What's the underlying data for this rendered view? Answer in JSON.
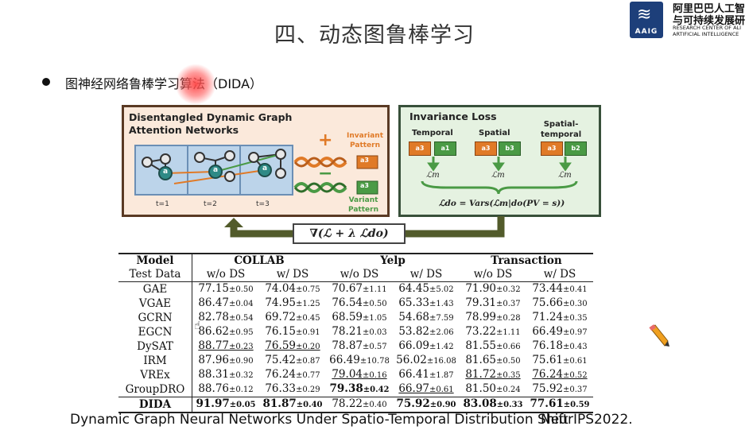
{
  "slide": {
    "title": "四、动态图鲁棒学习",
    "bullet": "图神经网络鲁棒学习算法（DIDA）",
    "caption": "Dynamic Graph Neural Networks Under Spatio-Temporal Distribution Shift",
    "caption_overlay": "NeurIPS2022."
  },
  "logo": {
    "line1": "阿里巴巴人工智",
    "line2": "与可持续发展研",
    "line3": "RESEARCH CENTER OF ALI",
    "line4": "ARTIFICIAL INTELLIGENCE",
    "badge": "AAIG",
    "brand_color": "#1d3f7a"
  },
  "figure": {
    "left_title_1": "Disentangled Dynamic Graph",
    "left_title_2": "Attention Networks",
    "timesteps": [
      "t=1",
      "t=2",
      "t=3"
    ],
    "node_label": "a",
    "invariant_label_1": "Invariant",
    "invariant_label_2": "Pattern",
    "variant_label_1": "Variant",
    "variant_label_2": "Pattern",
    "right_title": "Invariance Loss",
    "col_temporal": "Temporal",
    "col_spatial": "Spatial",
    "col_st_1": "Spatial-",
    "col_st_2": "temporal",
    "box_a3": "a3",
    "box_a1": "a1",
    "box_b3": "b3",
    "box_b2": "b2",
    "lm": "ℒm",
    "ldo": "ℒdo = Vars(ℒm|do(PV = s))",
    "gradient": "∇(ℒ + λ ℒdo)",
    "plus": "+",
    "minus": "−",
    "orange": "#e07a27",
    "green": "#4a9a45"
  },
  "table": {
    "header_model": "Model",
    "groups": [
      "COLLAB",
      "Yelp",
      "Transaction"
    ],
    "test_data_label": "Test Data",
    "sub": [
      "w/o DS",
      "w/ DS",
      "w/o DS",
      "w/ DS",
      "w/o DS",
      "w/ DS"
    ],
    "rows": [
      {
        "model": "GAE",
        "cells": [
          {
            "v": "77.15",
            "s": "±0.50"
          },
          {
            "v": "74.04",
            "s": "±0.75"
          },
          {
            "v": "70.67",
            "s": "±1.11"
          },
          {
            "v": "64.45",
            "s": "±5.02"
          },
          {
            "v": "71.90",
            "s": "±0.32"
          },
          {
            "v": "73.44",
            "s": "±0.41"
          }
        ]
      },
      {
        "model": "VGAE",
        "cells": [
          {
            "v": "86.47",
            "s": "±0.04"
          },
          {
            "v": "74.95",
            "s": "±1.25"
          },
          {
            "v": "76.54",
            "s": "±0.50"
          },
          {
            "v": "65.33",
            "s": "±1.43"
          },
          {
            "v": "79.31",
            "s": "±0.37"
          },
          {
            "v": "75.66",
            "s": "±0.30"
          }
        ]
      },
      {
        "model": "GCRN",
        "cells": [
          {
            "v": "82.78",
            "s": "±0.54"
          },
          {
            "v": "69.72",
            "s": "±0.45"
          },
          {
            "v": "68.59",
            "s": "±1.05"
          },
          {
            "v": "54.68",
            "s": "±7.59"
          },
          {
            "v": "78.99",
            "s": "±0.28"
          },
          {
            "v": "71.24",
            "s": "±0.35"
          }
        ]
      },
      {
        "model": "EGCN",
        "cells": [
          {
            "v": "86.62",
            "s": "±0.95"
          },
          {
            "v": "76.15",
            "s": "±0.91"
          },
          {
            "v": "78.21",
            "s": "±0.03"
          },
          {
            "v": "53.82",
            "s": "±2.06"
          },
          {
            "v": "73.22",
            "s": "±1.11"
          },
          {
            "v": "66.49",
            "s": "±0.97"
          }
        ]
      },
      {
        "model": "DySAT",
        "cells": [
          {
            "v": "88.77",
            "s": "±0.23",
            "u": true
          },
          {
            "v": "76.59",
            "s": "±0.20",
            "u": true
          },
          {
            "v": "78.87",
            "s": "±0.57"
          },
          {
            "v": "66.09",
            "s": "±1.42"
          },
          {
            "v": "81.55",
            "s": "±0.66"
          },
          {
            "v": "76.18",
            "s": "±0.43"
          }
        ]
      },
      {
        "model": "IRM",
        "cells": [
          {
            "v": "87.96",
            "s": "±0.90"
          },
          {
            "v": "75.42",
            "s": "±0.87"
          },
          {
            "v": "66.49",
            "s": "±10.78"
          },
          {
            "v": "56.02",
            "s": "±16.08"
          },
          {
            "v": "81.65",
            "s": "±0.50"
          },
          {
            "v": "75.61",
            "s": "±0.61"
          }
        ]
      },
      {
        "model": "VREx",
        "cells": [
          {
            "v": "88.31",
            "s": "±0.32"
          },
          {
            "v": "76.24",
            "s": "±0.77"
          },
          {
            "v": "79.04",
            "s": "±0.16",
            "u": true
          },
          {
            "v": "66.41",
            "s": "±1.87"
          },
          {
            "v": "81.72",
            "s": "±0.35",
            "u": true
          },
          {
            "v": "76.24",
            "s": "±0.52",
            "u": true
          }
        ]
      },
      {
        "model": "GroupDRO",
        "cells": [
          {
            "v": "88.76",
            "s": "±0.12"
          },
          {
            "v": "76.33",
            "s": "±0.29"
          },
          {
            "v": "79.38",
            "s": "±0.42",
            "b": true
          },
          {
            "v": "66.97",
            "s": "±0.61",
            "u": true
          },
          {
            "v": "81.50",
            "s": "±0.24"
          },
          {
            "v": "75.92",
            "s": "±0.37"
          }
        ]
      },
      {
        "model": "DIDA",
        "bold": true,
        "cells": [
          {
            "v": "91.97",
            "s": "±0.05",
            "b": true
          },
          {
            "v": "81.87",
            "s": "±0.40",
            "b": true
          },
          {
            "v": "78.22",
            "s": "±0.40"
          },
          {
            "v": "75.92",
            "s": "±0.90",
            "b": true
          },
          {
            "v": "83.08",
            "s": "±0.33",
            "b": true
          },
          {
            "v": "77.61",
            "s": "±0.59",
            "b": true
          }
        ]
      }
    ]
  }
}
